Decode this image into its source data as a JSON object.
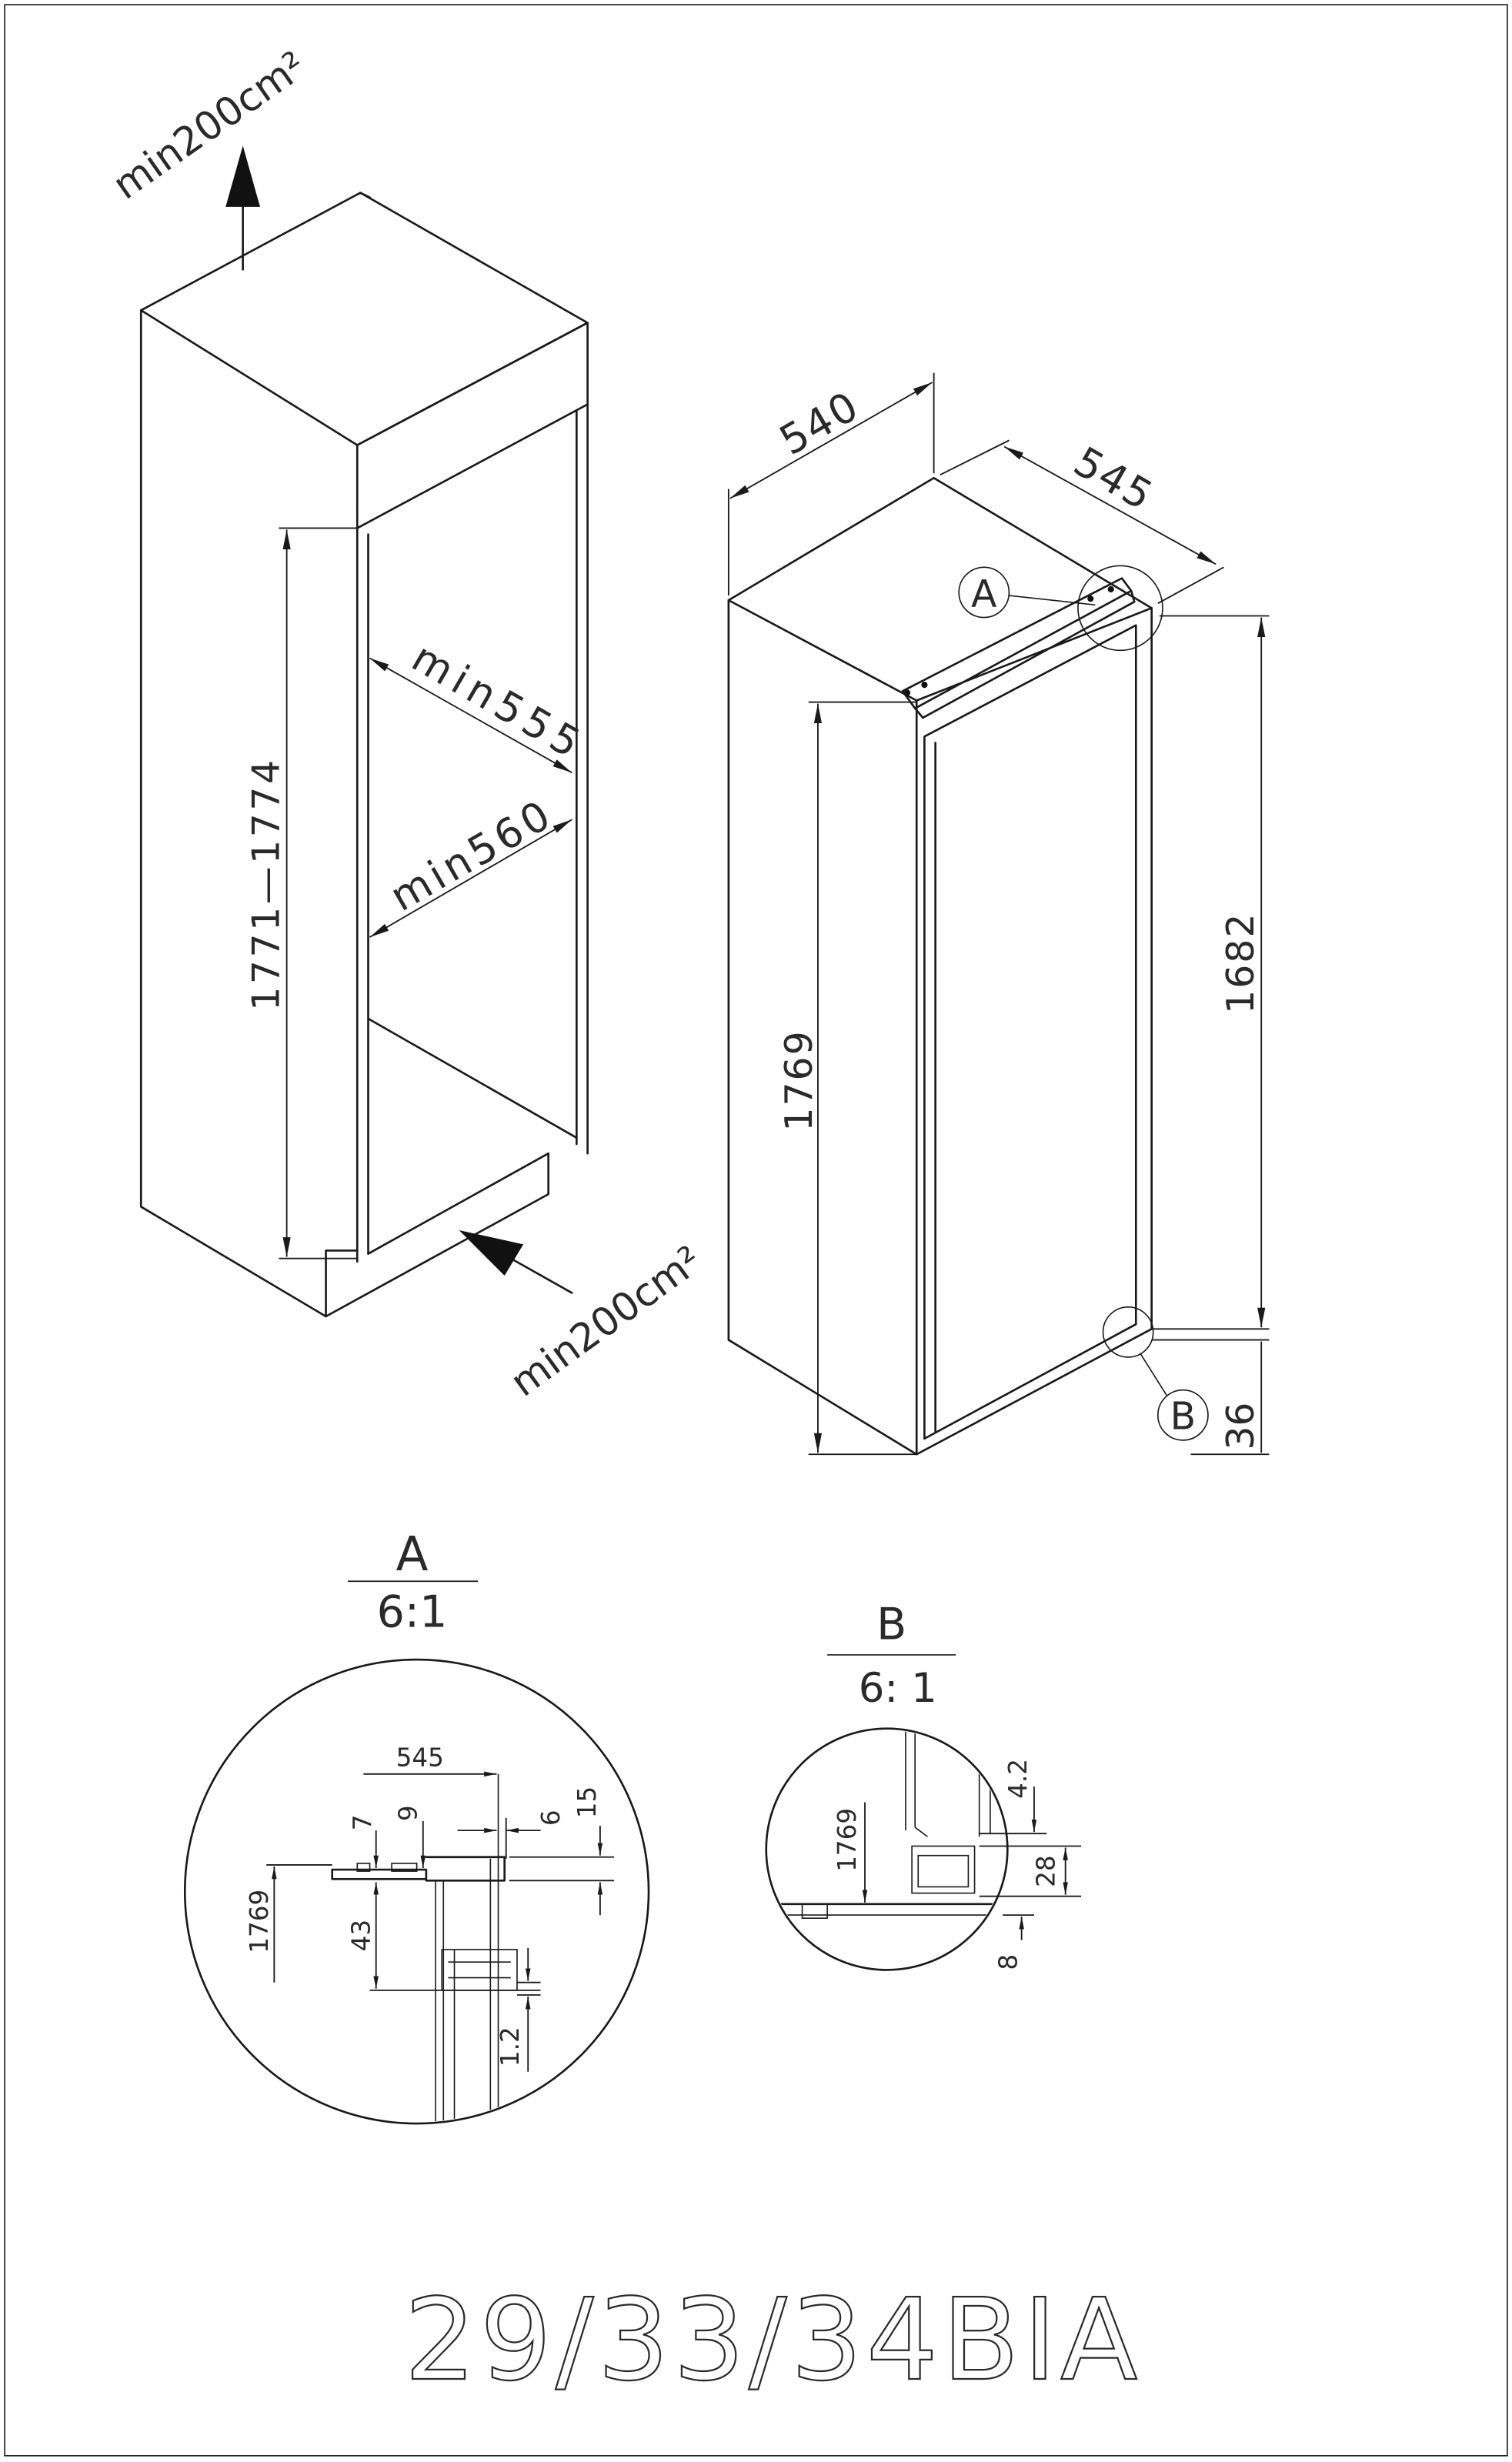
{
  "drawing_title": "29/33/34BIA",
  "colors": {
    "line": "#1a1a1a",
    "background": "#ffffff"
  },
  "niche": {
    "vent_top": "min200cm²",
    "height_range": "1771—1774",
    "depth_top": "min555",
    "depth_bottom": "min560",
    "vent_bottom": "min200cm²"
  },
  "appliance": {
    "width": "540",
    "depth": "545",
    "height": "1769",
    "door_height": "1682",
    "plinth_gap": "36",
    "callout_a": "A",
    "callout_b": "B"
  },
  "detail_a": {
    "label": "A",
    "scale": "6:1",
    "dim_depth": "545",
    "dim_7": "7",
    "dim_9": "9",
    "dim_6": "6",
    "dim_15": "15",
    "dim_height": "1769",
    "dim_43": "43",
    "dim_gap": "1.2"
  },
  "detail_b": {
    "label": "B",
    "scale": "6: 1",
    "dim_4_2": "4.2",
    "dim_height": "1769",
    "dim_28": "28",
    "dim_8": "8"
  }
}
